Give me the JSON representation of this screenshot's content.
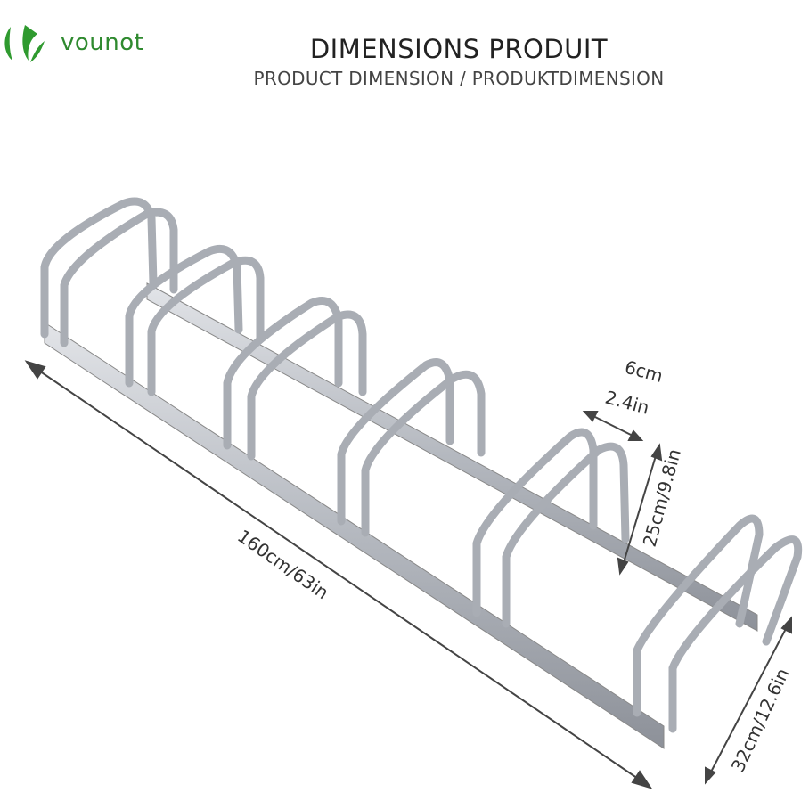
{
  "brand": {
    "name": "vounot",
    "icon": "leaf-logo-icon",
    "color": "#2f8a2f"
  },
  "header": {
    "title": "DIMENSIONS PRODUIT",
    "subtitle": "PRODUCT DIMENSION / PRODUKTDIMENSION"
  },
  "dimensions": {
    "length": "160cm/63in",
    "tube_cm": "6cm",
    "tube_in": "2.4in",
    "height": "25cm/9.8in",
    "width": "32cm/12.6in"
  }
}
